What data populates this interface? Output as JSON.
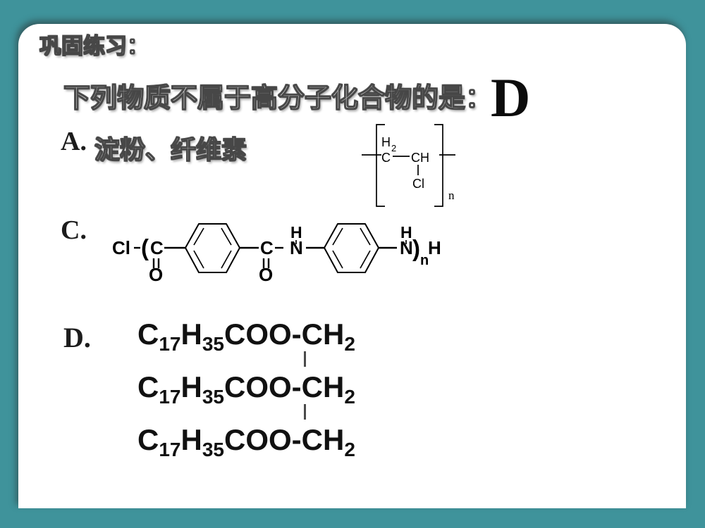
{
  "slide": {
    "colors": {
      "background": "#3F939B",
      "content_background": "#FFFFFF",
      "text": "#111111"
    },
    "title": "巩固练习：",
    "question": {
      "text": "下列物质不属于高分子化合物的是：",
      "answer": "D"
    },
    "options": {
      "a": {
        "label": "A.",
        "text": "淀粉、纤维素"
      },
      "b_structure": {
        "atoms": {
          "h": "H",
          "h_sub": "2",
          "c": "C",
          "ch": "CH",
          "cl": "Cl",
          "repeat_sub": "n"
        }
      },
      "c": {
        "label": "C.",
        "structure": {
          "atoms": {
            "cl": "Cl",
            "open_paren": "(",
            "c1": "C",
            "o1": "O",
            "c2": "C",
            "o2": "O",
            "h1": "H",
            "n1": "N",
            "h2": "H",
            "n2": "N",
            "close_paren": ")",
            "repeat_sub": "n",
            "end_h": "H"
          }
        }
      },
      "d": {
        "label": "D.",
        "lines": [
          {
            "c": "C",
            "c_sub": "17",
            "h": "H",
            "h_sub": "35",
            "tail": "COO-CH",
            "tail_sub": "2"
          },
          {
            "c": "C",
            "c_sub": "17",
            "h": "H",
            "h_sub": "35",
            "tail": "COO-CH",
            "tail_sub": "2"
          },
          {
            "c": "C",
            "c_sub": "17",
            "h": "H",
            "h_sub": "35",
            "tail": "COO-CH",
            "tail_sub": "2"
          }
        ]
      }
    }
  }
}
